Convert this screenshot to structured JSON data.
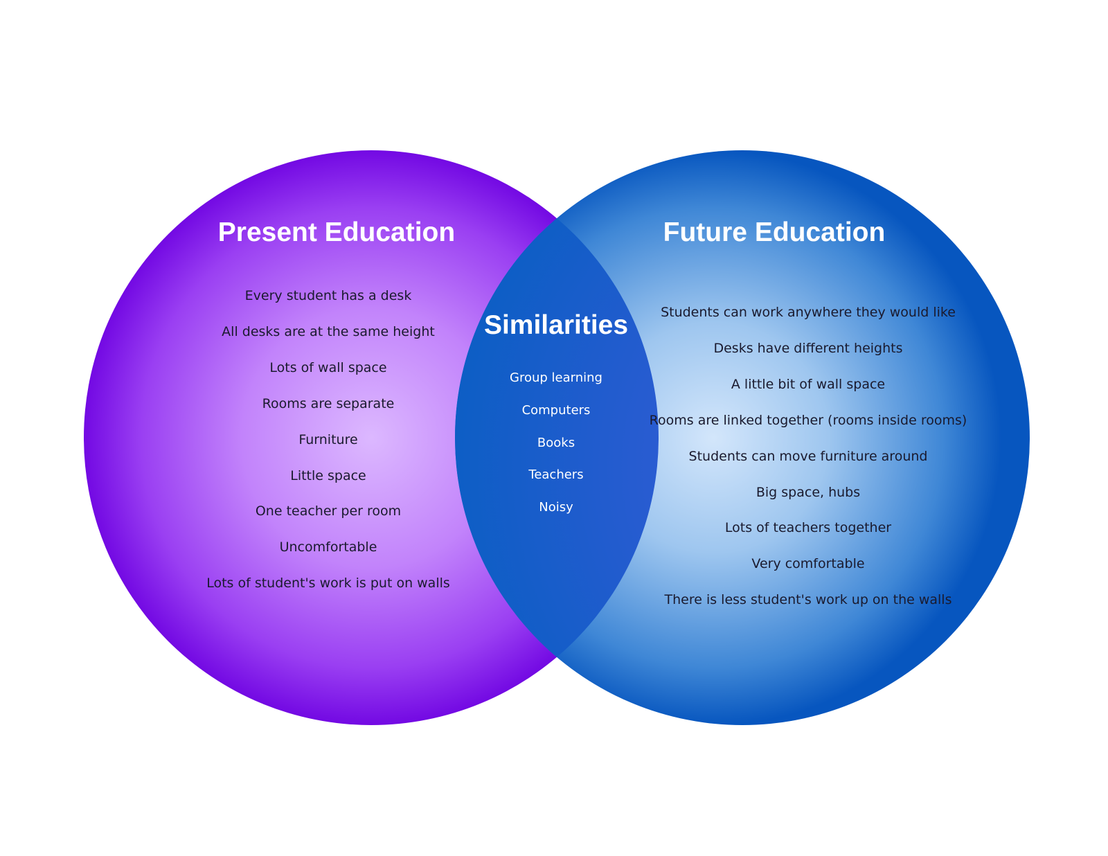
{
  "present": {
    "title": "Present Education",
    "color": "#7a0fe6",
    "items": [
      "Every student has a desk",
      "All desks are at the same height",
      "Lots of wall space",
      "Rooms are separate",
      "Furniture",
      "Little space",
      "One teacher per room",
      "Uncomfortable",
      "Lots of student's work is put on walls"
    ]
  },
  "similarities": {
    "title": "Similarities",
    "color": "#1b5fc9",
    "items": [
      "Group learning",
      "Computers",
      "Books",
      "Teachers",
      "Noisy"
    ]
  },
  "future": {
    "title": "Future Education",
    "color": "#0a5fc4",
    "items": [
      "Students can work anywhere they would like",
      "Desks have different heights",
      "A little bit of wall space",
      "Rooms are linked together (rooms inside rooms)",
      "Students can move furniture around",
      "Big space, hubs",
      "Lots of teachers together",
      "Very comfortable",
      "There is less student's work up on the walls"
    ]
  }
}
